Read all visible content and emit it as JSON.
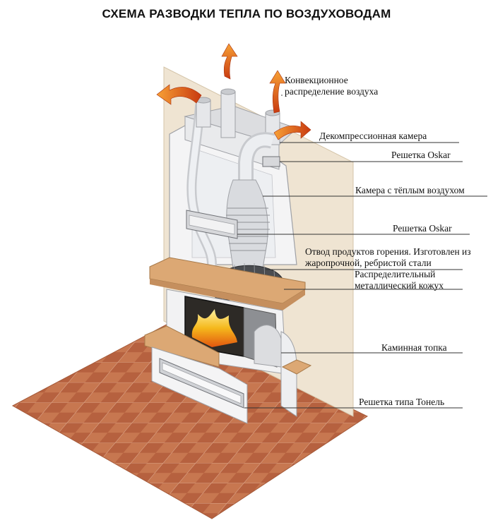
{
  "title": "СХЕМА РАЗВОДКИ ТЕПЛА ПО ВОЗДУХОВОДАМ",
  "labels": {
    "convection": "Конвекционное распределение воздуха",
    "decompression": "Декомпрессионная камера",
    "grille_oskar_top": "Решетка Oskar",
    "warm_chamber": "Камера с тёплым воздухом",
    "grille_oskar_mid": "Решетка Oskar",
    "flue": "Отвод продуктов горения. Изготовлен из жаропрочной, ребристой стали",
    "casing": "Распределительный металлический кожух",
    "firebox": "Каминная топка",
    "grille_tunnel": "Решетка типа Тонель"
  },
  "colors": {
    "wall": "#efe4d2",
    "floor_light": "#c97a55",
    "floor_dark": "#b5603e",
    "mantel": "#d9a87a",
    "duct": "#e4e5e8",
    "arrow_orange": "#f07a1f",
    "arrow_red": "#c83a10",
    "fire": "#f5b81c"
  }
}
